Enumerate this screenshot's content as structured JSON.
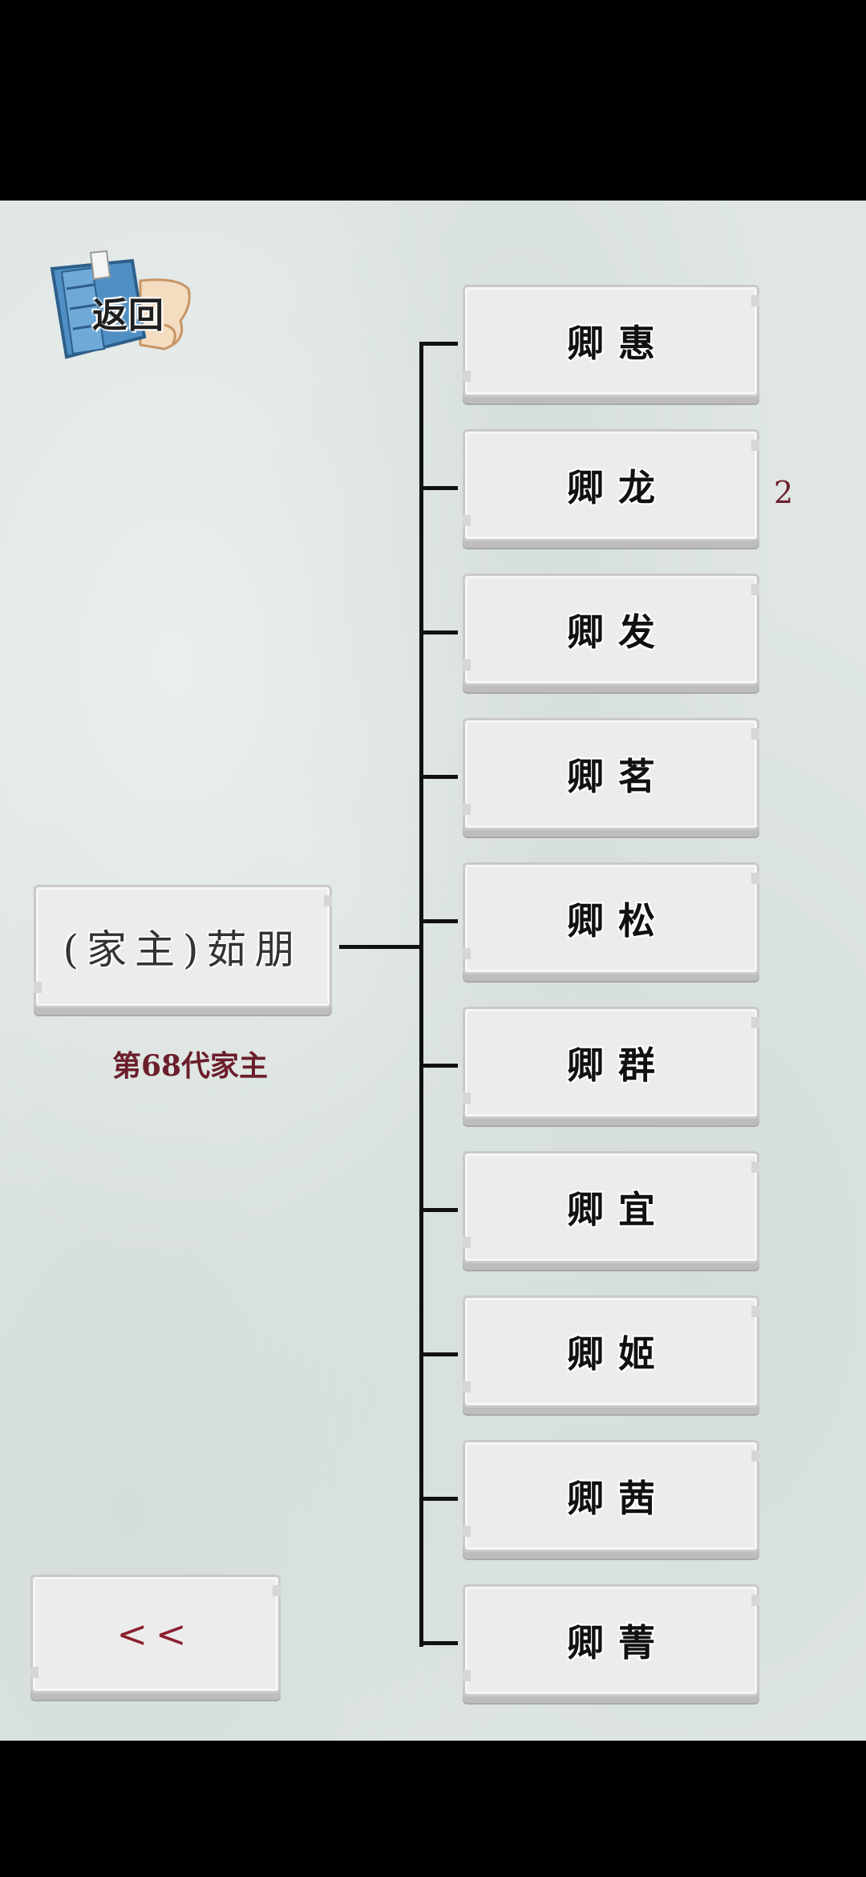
{
  "back_button": {
    "label": "返回",
    "icon": "book-scroll-icon"
  },
  "head": {
    "label": "(家主)茹朋",
    "generation": "第68代家主"
  },
  "children": [
    {
      "label": "卿惠"
    },
    {
      "label": "卿龙",
      "badge": "2"
    },
    {
      "label": "卿发"
    },
    {
      "label": "卿茗"
    },
    {
      "label": "卿松"
    },
    {
      "label": "卿群"
    },
    {
      "label": "卿宜"
    },
    {
      "label": "卿姬"
    },
    {
      "label": "卿茜"
    },
    {
      "label": "卿菁"
    }
  ],
  "prev_button": {
    "label": "<<"
  },
  "colors": {
    "accent": "#6b1e2b",
    "paper": "#dfe6e3",
    "card": "#ececec"
  }
}
